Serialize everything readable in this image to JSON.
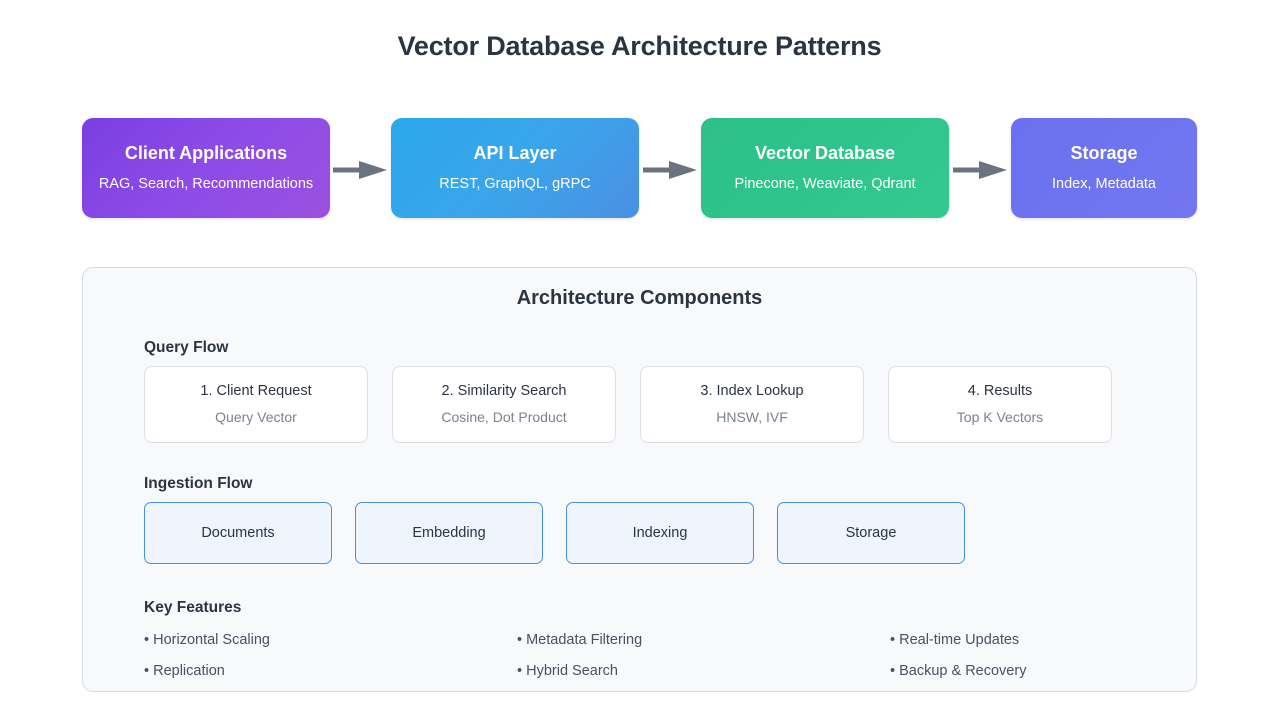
{
  "page": {
    "title": "Vector Database Architecture Patterns",
    "background_color": "#ffffff"
  },
  "flow": {
    "arrow_icon": "arrow-right-icon",
    "arrow_color": "#6b7280",
    "boxes": [
      {
        "title": "Client Applications",
        "subtitle": "RAG, Search, Recommendations",
        "color": "#8b4ae8"
      },
      {
        "title": "API Layer",
        "subtitle": "REST, GraphQL, gRPC",
        "color": "#3aa5ea"
      },
      {
        "title": "Vector Database",
        "subtitle": "Pinecone, Weaviate, Qdrant",
        "color": "#2fc48c"
      },
      {
        "title": "Storage",
        "subtitle": "Index, Metadata",
        "color": "#7277f0"
      }
    ]
  },
  "panel": {
    "title": "Architecture Components",
    "background_color": "#f8f9fb",
    "border_color": "#d7dae2",
    "query_flow": {
      "label": "Query Flow",
      "cards": [
        {
          "title": "1. Client Request",
          "subtitle": "Query Vector"
        },
        {
          "title": "2. Similarity Search",
          "subtitle": "Cosine, Dot Product"
        },
        {
          "title": "3. Index Lookup",
          "subtitle": "HNSW, IVF"
        },
        {
          "title": "4. Results",
          "subtitle": "Top K Vectors"
        }
      ]
    },
    "ingestion_flow": {
      "label": "Ingestion Flow",
      "border_color": "#4a90e2",
      "fill_color": "#eff5fd",
      "boxes": [
        {
          "label": "Documents"
        },
        {
          "label": "Embedding"
        },
        {
          "label": "Indexing"
        },
        {
          "label": "Storage"
        }
      ]
    },
    "key_features": {
      "label": "Key Features",
      "items": [
        "• Horizontal Scaling",
        "• Metadata Filtering",
        "• Real-time Updates",
        "• Replication",
        "• Hybrid Search",
        "• Backup & Recovery"
      ]
    }
  }
}
